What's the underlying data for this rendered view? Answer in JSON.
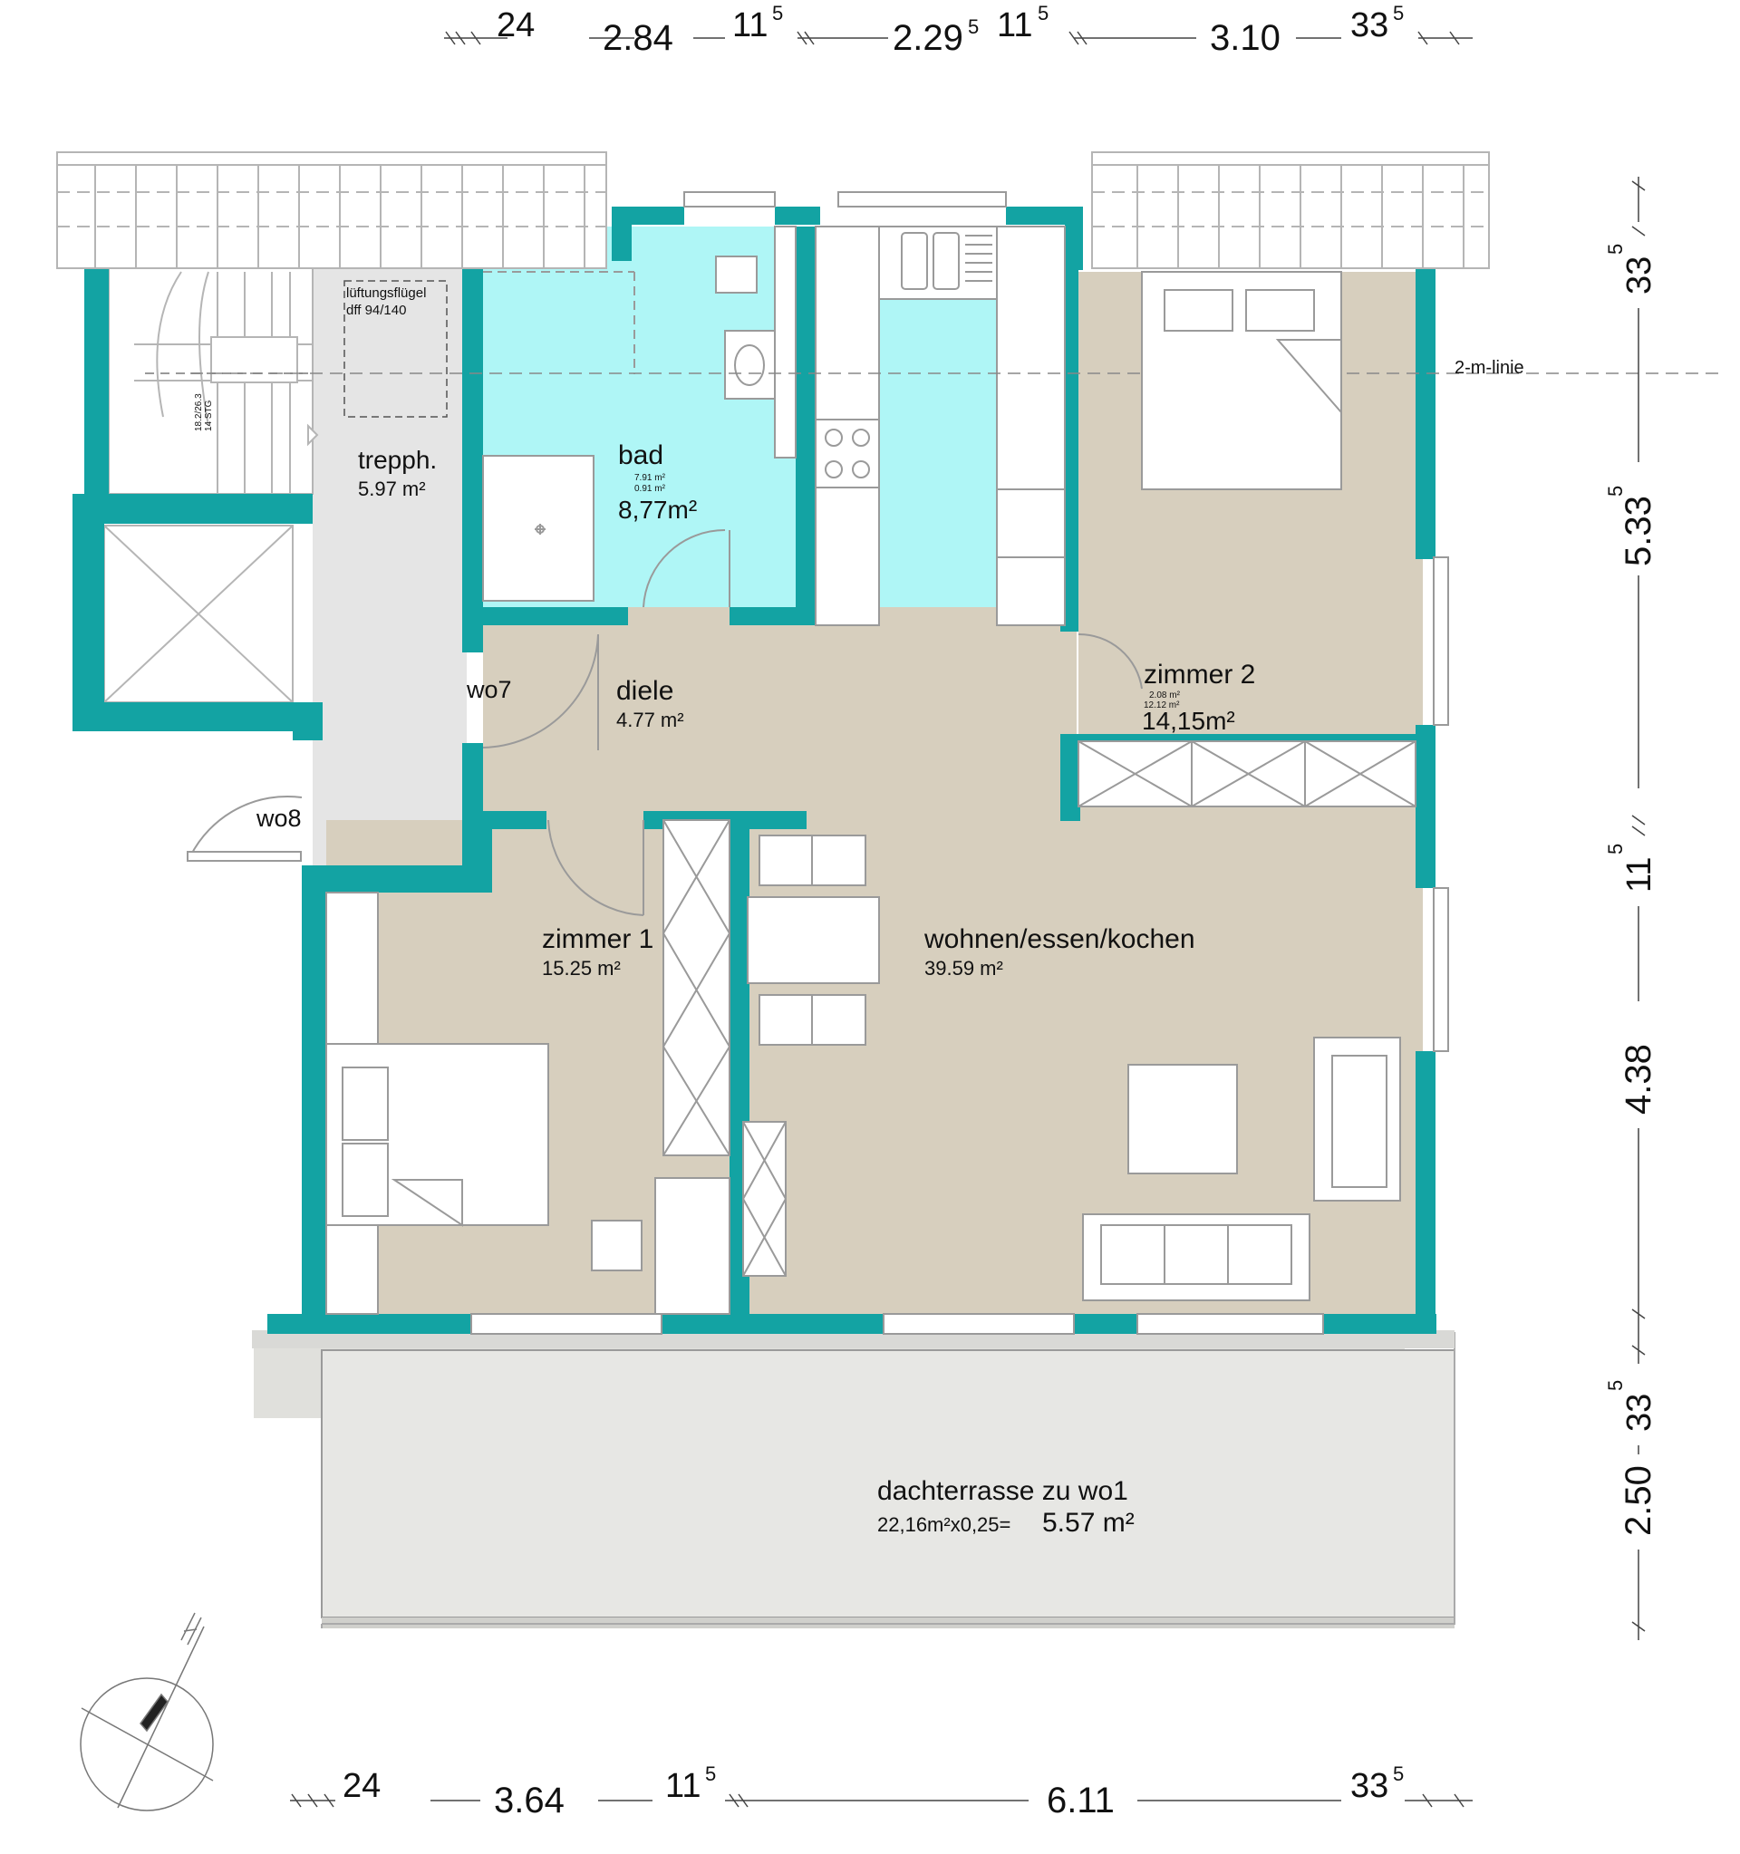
{
  "dimensions": {
    "top": [
      "24",
      "2.84",
      "11",
      "5",
      "2.29",
      "5",
      "11",
      "5",
      "3.10",
      "33",
      "5"
    ],
    "bottom": [
      "24",
      "3.64",
      "11",
      "5",
      "6.11",
      "33",
      "5"
    ],
    "right": [
      "33",
      "5",
      "5.33",
      "5",
      "11",
      "5",
      "4.38",
      "33",
      "5",
      "2.50"
    ]
  },
  "annotations": {
    "vent_line1": "lüftungsflügel",
    "vent_line2": "dff 94/140",
    "stair_line1": "18.2/26.3",
    "stair_line2": "14 STG",
    "two_m_line": "2-m-linie"
  },
  "rooms": {
    "trepph": {
      "name": "trepph.",
      "area": "5.97 m²"
    },
    "bad": {
      "name": "bad",
      "sub1": "7.91 m²",
      "sub2": "0.91 m²",
      "area": "8,77m²"
    },
    "diele": {
      "name": "diele",
      "area": "4.77 m²"
    },
    "wo7": "wo7",
    "wo8": "wo8",
    "zimmer2": {
      "name": "zimmer 2",
      "sub1": "2.08 m²",
      "sub2": "12.12 m²",
      "area": "14,15m²"
    },
    "zimmer1": {
      "name": "zimmer 1",
      "area": "15.25 m²"
    },
    "wohnen": {
      "name": "wohnen/essen/kochen",
      "area": "39.59 m²"
    },
    "terrasse": {
      "name": "dachterrasse zu wo1",
      "formula": "22,16m²x0,25=",
      "area": "5.57 m²"
    }
  },
  "colors": {
    "wall": "#13a3a3",
    "floor": "#d7cfbe",
    "bath": "#aff6f6",
    "stair": "#e5e5e5",
    "terrace": "#e7e7e4"
  }
}
